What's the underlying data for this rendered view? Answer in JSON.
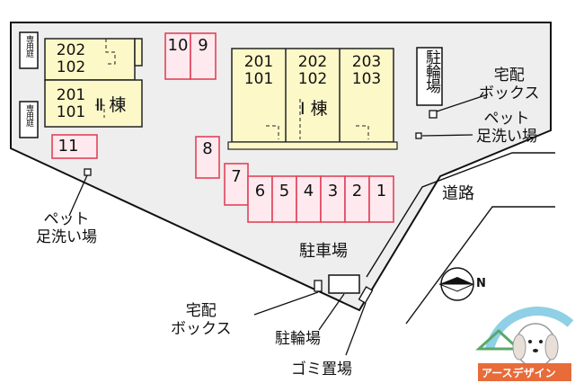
{
  "buildings": {
    "building_1": {
      "name": "Ⅰ 棟",
      "units": [
        {
          "top": "201",
          "bottom": "101"
        },
        {
          "top": "202",
          "bottom": "102"
        },
        {
          "top": "203",
          "bottom": "103"
        }
      ]
    },
    "building_2": {
      "name": "Ⅱ 棟",
      "units": [
        {
          "top": "202",
          "bottom": "102"
        },
        {
          "top": "201",
          "bottom": "101"
        }
      ]
    }
  },
  "private_garden": [
    "専用庭",
    "専用庭"
  ],
  "parking_spaces": [
    "10",
    "9",
    "8",
    "7",
    "6",
    "5",
    "4",
    "3",
    "2",
    "1",
    "11"
  ],
  "labels": {
    "bicycle_parking_top": "駐輪場",
    "delivery_box_top": "宅配\nボックス",
    "pet_wash_right": "ペット\n足洗い場",
    "pet_wash_left": "ペット\n足洗い場",
    "road": "道路",
    "parking_lot": "駐車場",
    "delivery_box_bottom": "宅配\nボックス",
    "bicycle_parking_bottom": "駐輪場",
    "garbage": "ゴミ置場",
    "north": "N",
    "logo_text": "アースデザイン"
  },
  "colors": {
    "lot": "#eeeeee",
    "building_fill": "#fdf8c8",
    "parking_border": "#e0445a",
    "parking_fill": "#fde9ee"
  }
}
